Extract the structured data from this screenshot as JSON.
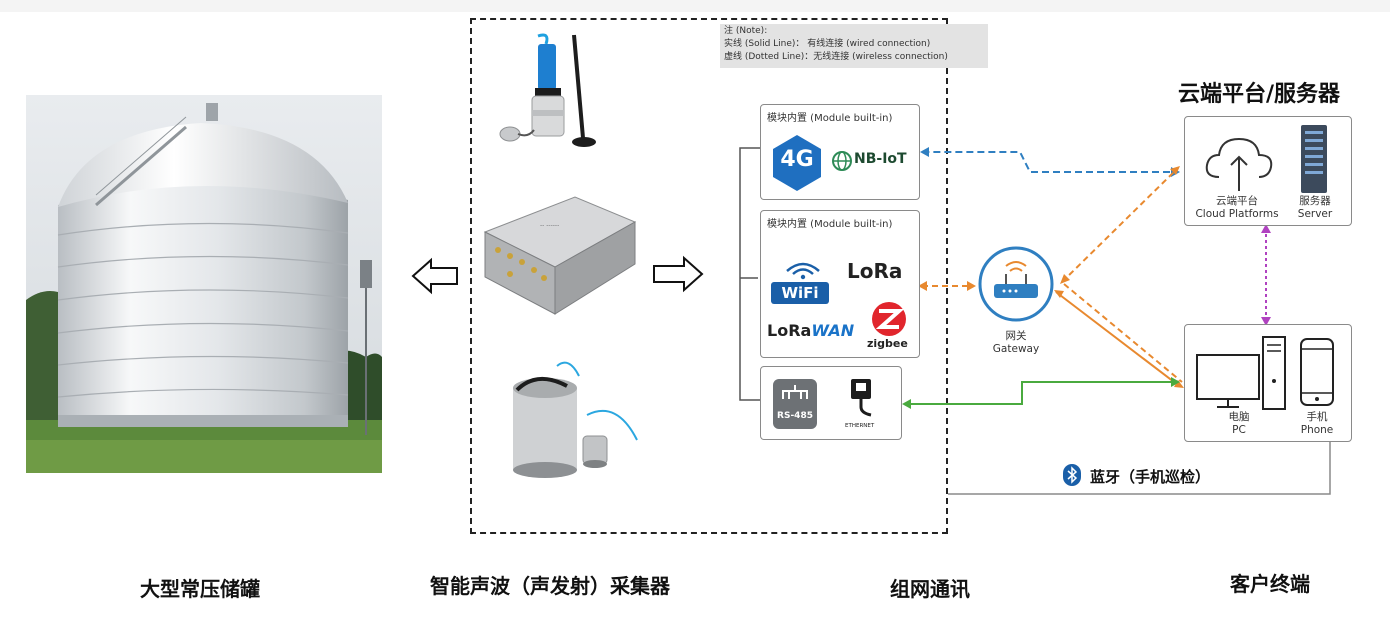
{
  "note": {
    "line1": "注 (Note):",
    "line2": "实线 (Solid Line)： 有线连接 (wired connection)",
    "line3": "虚线 (Dotted Line)：无线连接 (wireless connection)"
  },
  "modules": {
    "cellular": {
      "title": "模块内置 (Module built-in)",
      "badge_4g": "4G",
      "nbiot": "NB-IoT"
    },
    "local_wireless": {
      "title": "模块内置 (Module built-in)",
      "wifi": "WiFi",
      "lora": "LoRa",
      "lorawan_a": "LoRa",
      "lorawan_b": "WAN",
      "zigbee": "zigbee"
    },
    "wired": {
      "rs485": "RS-485",
      "ethernet": "ETHERNET"
    }
  },
  "gateway": {
    "label_cn": "网关",
    "label_en": "Gateway"
  },
  "cloud": {
    "heading": "云端平台/服务器",
    "platform_cn": "云端平台",
    "platform_en": "Cloud Platforms",
    "server_cn": "服务器",
    "server_en": "Server"
  },
  "clients": {
    "pc_cn": "电脑",
    "pc_en": "PC",
    "phone_cn": "手机",
    "phone_en": "Phone"
  },
  "bluetooth": {
    "label": "蓝牙（手机巡检）"
  },
  "bottom_labels": {
    "tank": "大型常压储罐",
    "collector": "智能声波（声发射）采集器",
    "network": "组网通讯",
    "client": "客户终端"
  },
  "colors": {
    "cellular_link": "#2f7fc1",
    "local_wireless_link": "#e8892f",
    "wired_link": "#4aaa3f",
    "cloud_pc_link": "#b042c0",
    "badge_4g": "#1f6fc0",
    "nbiot": "#2e8b57",
    "zigbee": "#e1262d",
    "gateway_ring": "#2f7fc1"
  }
}
